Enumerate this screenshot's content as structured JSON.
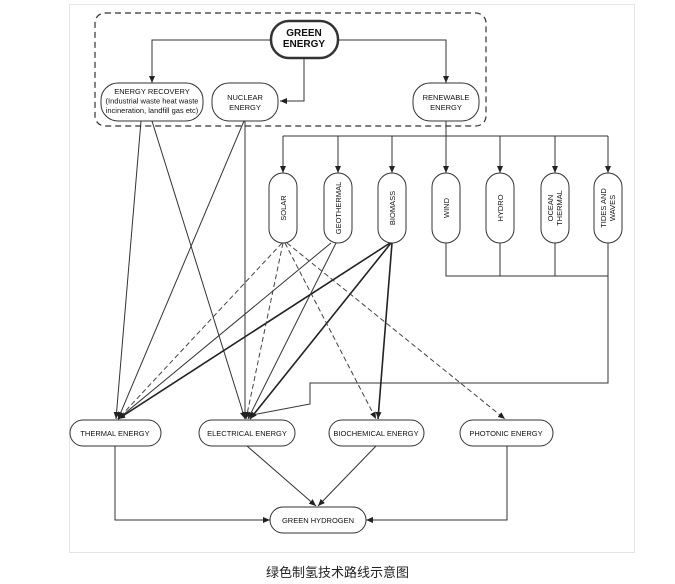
{
  "nodes": {
    "green_energy": [
      "GREEN",
      "ENERGY"
    ],
    "energy_recovery": [
      "ENERGY RECOVERY",
      "(Industrial waste heat waste",
      "incineration, landfill gas etc)"
    ],
    "nuclear": [
      "NUCLEAR",
      "ENERGY"
    ],
    "renewable": [
      "RENEWABLE",
      "ENERGY"
    ],
    "solar": "SOLAR",
    "geothermal": "GEOTHERMAL",
    "biomass": "BIOMASS",
    "wind": "WIND",
    "hydro": "HYDRO",
    "ocean_thermal": [
      "OCEAN",
      "THERMAL"
    ],
    "tides_waves": [
      "TIDES AND",
      "WAVES"
    ],
    "thermal_energy": "THERMAL ENERGY",
    "electrical_energy": "ELECTRICAL ENERGY",
    "biochemical_energy": "BIOCHEMICAL ENERGY",
    "photonic_energy": "PHOTONIC ENERGY",
    "green_hydrogen": "GREEN HYDROGEN"
  },
  "caption": "绿色制氢技术路线示意图"
}
